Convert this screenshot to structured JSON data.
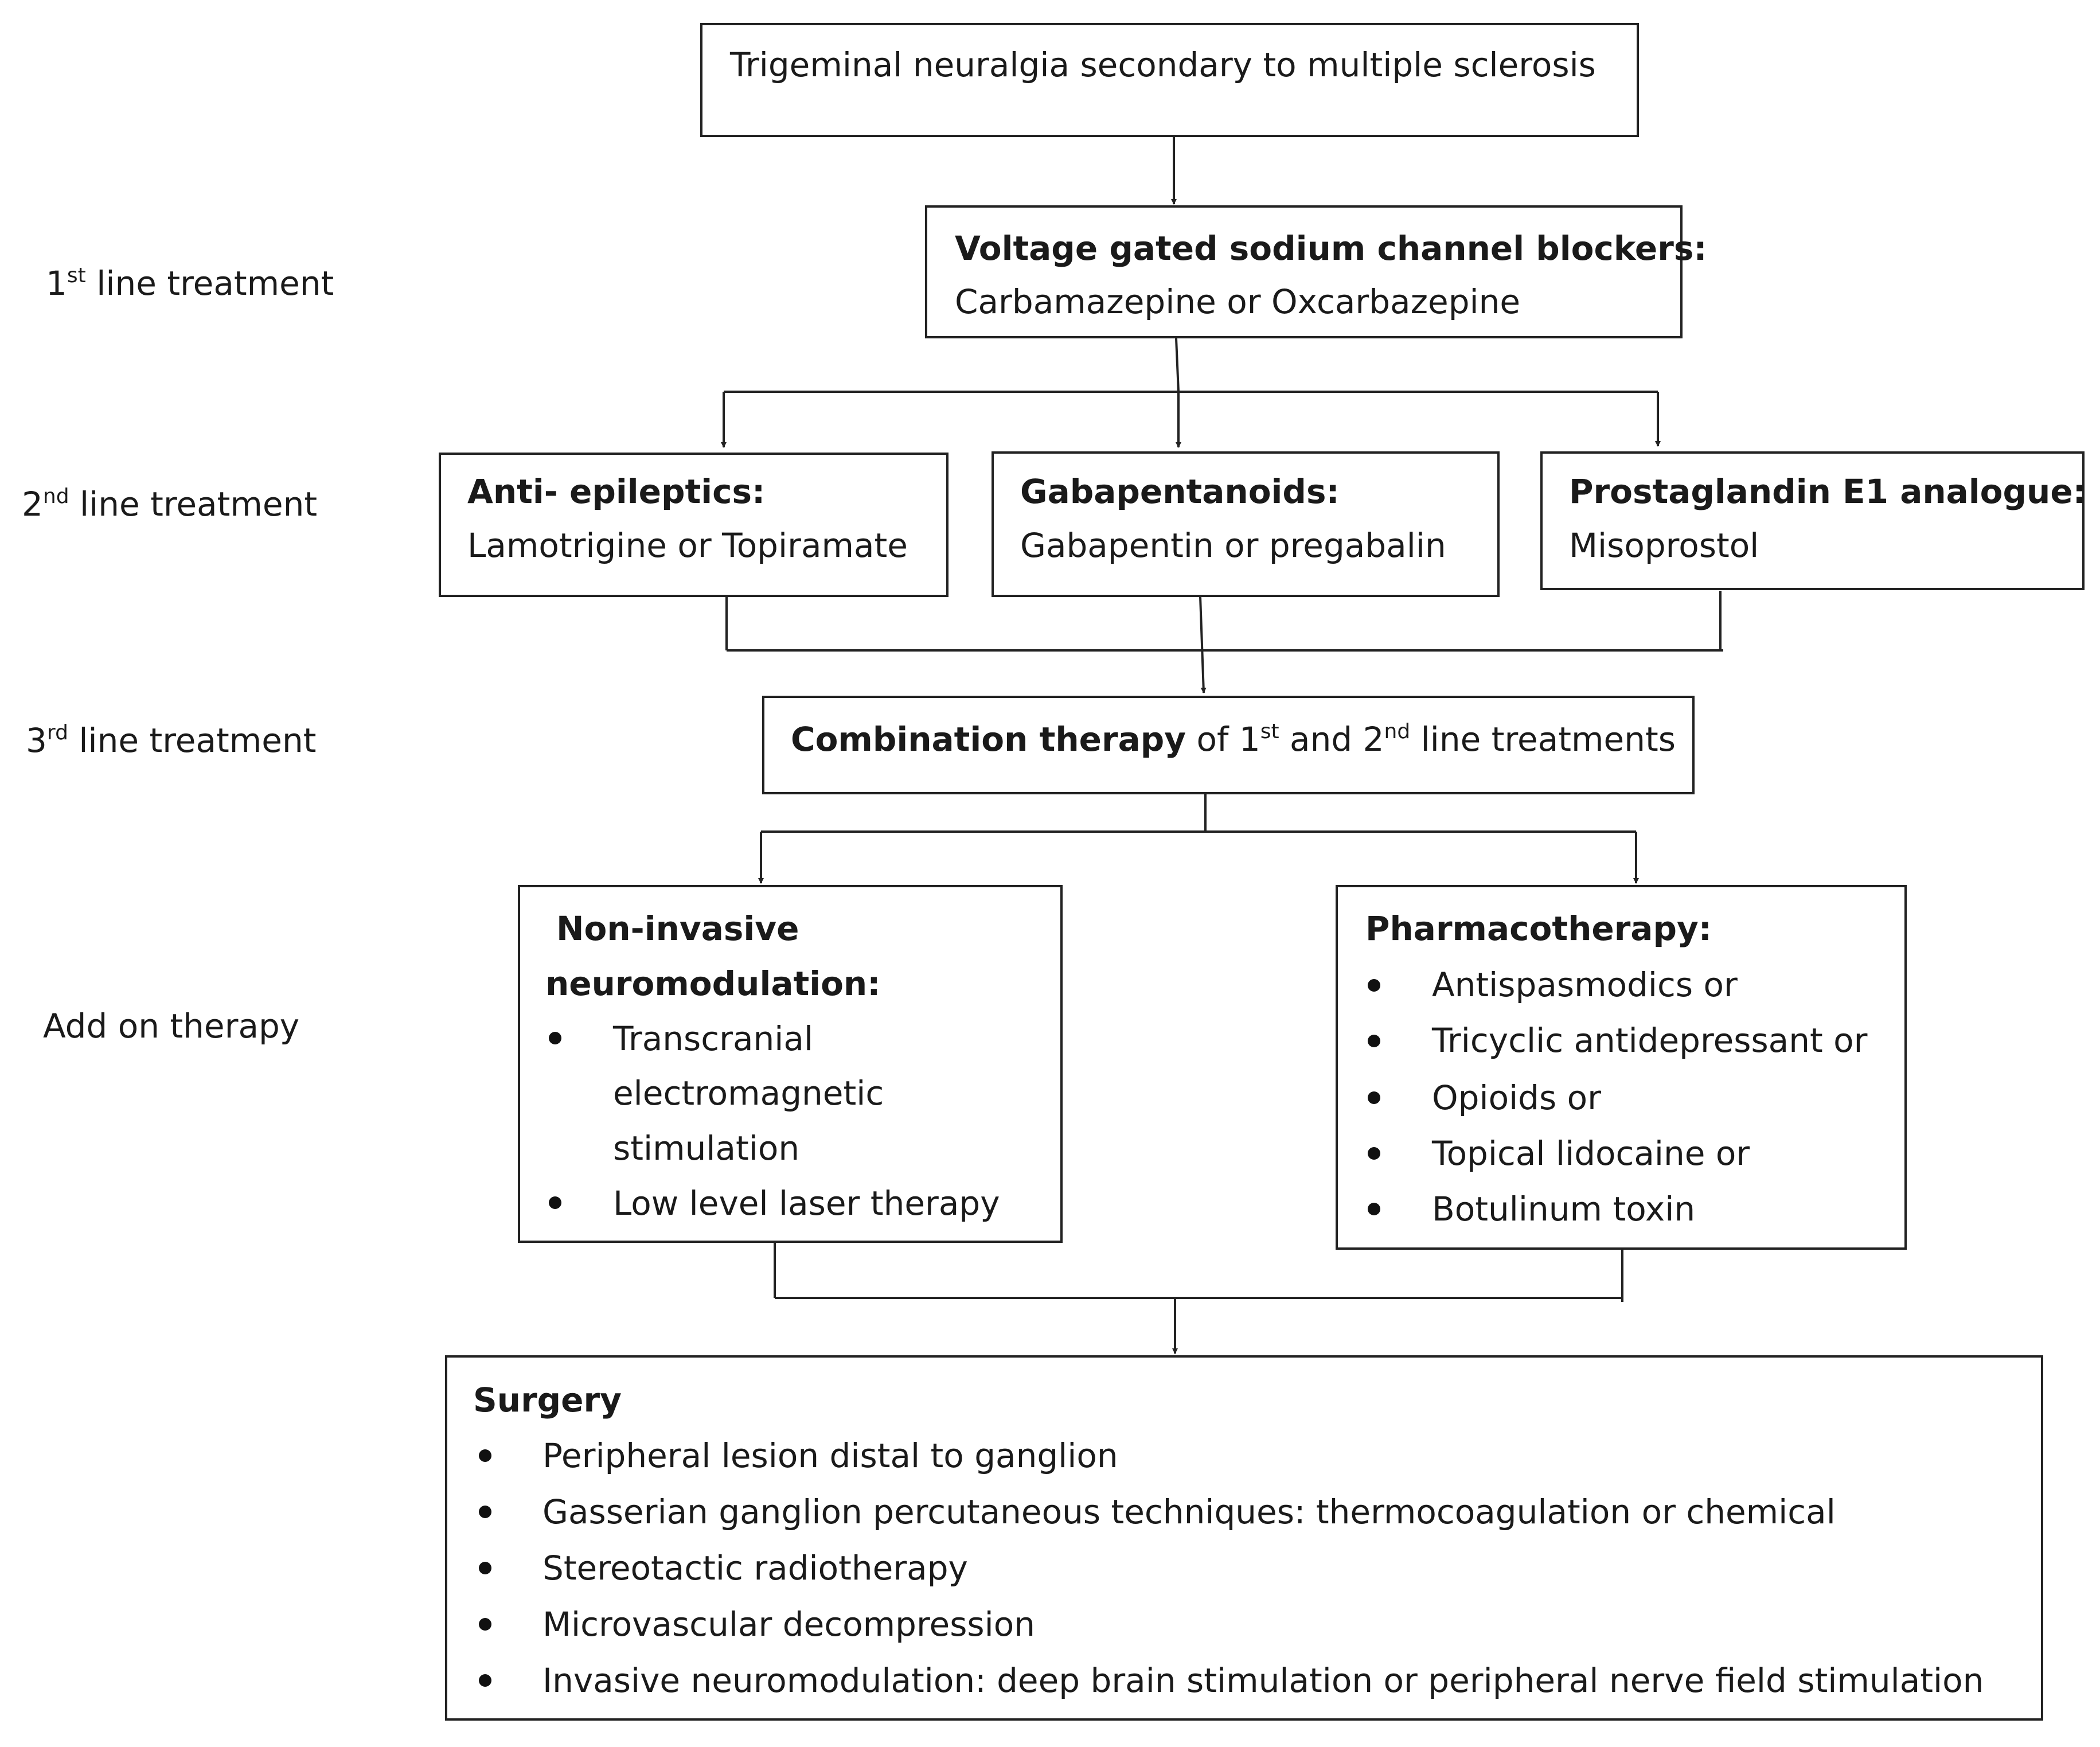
{
  "rows": [
    {
      "ord": "1",
      "sup": "st",
      "rest": " line treatment"
    },
    {
      "ord": "2",
      "sup": "nd",
      "rest": " line treatment"
    },
    {
      "ord": "3",
      "sup": "rd",
      "rest": " line treatment"
    },
    {
      "label": "Add on therapy"
    }
  ],
  "top": {
    "text": "Trigeminal neuralgia secondary to multiple sclerosis"
  },
  "first_line": {
    "heading": "Voltage gated sodium channel blockers:",
    "text": "Carbamazepine or Oxcarbazepine"
  },
  "second_line": [
    {
      "heading": "Anti- epileptics:",
      "text": "Lamotrigine or Topiramate"
    },
    {
      "heading": "Gabapentanoids:",
      "text": "Gabapentin or pregabalin"
    },
    {
      "heading": "Prostaglandin E1 analogue:",
      "text": "Misoprostol"
    }
  ],
  "third_line": {
    "bold": "Combination therapy",
    "part1": " of 1",
    "sup1": "st",
    "part2": " and 2",
    "sup2": "nd",
    "part3": " line treatments"
  },
  "addon": {
    "noninvasive": {
      "heading_1": "Non-invasive",
      "heading_2": "neuromodulation:",
      "item1_lines": [
        "Transcranial",
        "electromagnetic",
        "stimulation"
      ],
      "item2": "Low level laser therapy"
    },
    "pharmaco": {
      "heading": "Pharmacotherapy:",
      "items": [
        "Antispasmodics or",
        "Tricyclic antidepressant or",
        "Opioids or",
        "Topical lidocaine or",
        "Botulinum toxin"
      ]
    }
  },
  "surgery": {
    "heading": "Surgery",
    "items": [
      "Peripheral lesion distal to ganglion",
      "Gasserian ganglion percutaneous techniques: thermocoagulation or chemical",
      "Stereotactic radiotherapy",
      "Microvascular decompression",
      "Invasive neuromodulation: deep brain stimulation or peripheral nerve field stimulation"
    ]
  }
}
